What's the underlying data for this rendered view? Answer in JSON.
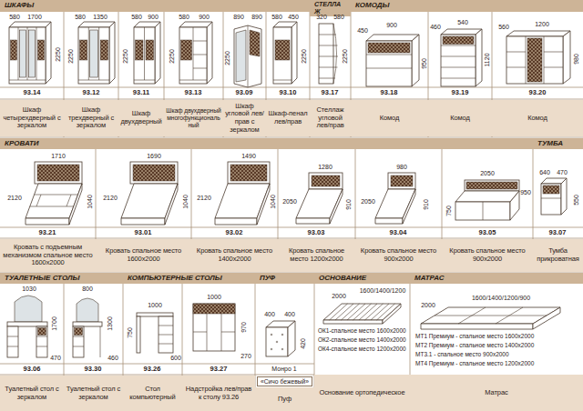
{
  "diagram": {
    "nodes": [
      {
        "text": [
          "ШКАФЫ"
        ]
      },
      {
        "text": [
          "СТЕЛЛАЖ"
        ]
      },
      {
        "text": [
          "КОМОДЫ"
        ]
      },
      {
        "text": [
          "Шкаф четырехдверный с зеркалом"
        ]
      },
      {
        "text": [
          "Шкаф трехдверный с зеркалом"
        ]
      },
      {
        "text": [
          "Шкаф двухдверный"
        ]
      },
      {
        "text": [
          "Шкаф двухдверный многофункциональный"
        ]
      },
      {
        "text": [
          "Шкаф угловой лев/прав с зеркалом"
        ]
      },
      {
        "text": [
          "Шкаф-пенал лев/прав"
        ]
      },
      {
        "text": [
          "Стеллаж угловой лев/прав"
        ]
      },
      {
        "text": [
          "Комод"
        ]
      },
      {
        "text": [
          "Комод"
        ]
      },
      {
        "text": [
          "Комод"
        ]
      },
      {
        "text": [
          "КРОВАТИ"
        ]
      },
      {
        "text": [
          "ТУМБА"
        ]
      },
      {
        "text": [
          "Кровать с подъемным механизмом спальное место 1600х2000"
        ]
      },
      {
        "text": [
          "Кровать спальное место 1600х2000"
        ]
      },
      {
        "text": [
          "Кровать спальное место 1400х2000"
        ]
      },
      {
        "text": [
          "Кровать спальное место 1200х2000"
        ]
      },
      {
        "text": [
          "Кровать спальное место 900х2000"
        ]
      },
      {
        "text": [
          "Кровать спальное место 900х2000"
        ]
      },
      {
        "text": [
          "Тумба прикроватная"
        ]
      },
      {
        "text": [
          "ТУАЛЕТНЫЕ СТОЛЫ"
        ]
      },
      {
        "text": [
          "КОМПЬЮТЕРНЫЕ СТОЛЫ"
        ]
      },
      {
        "text": [
          "ПУФ"
        ]
      },
      {
        "text": [
          "ОСНОВАНИЕ"
        ]
      },
      {
        "text": [
          "МАТРАС"
        ]
      },
      {
        "text": [
          "Туалетный стол с зеркалом"
        ]
      },
      {
        "text": [
          "Туалетный стол с зеркалом"
        ]
      },
      {
        "text": [
          "Стол компьютерный"
        ]
      },
      {
        "text": [
          "Надстройка лев/прав к столу 93.26"
        ]
      },
      {
        "text": [
          "«Сичо бежевый»"
        ]
      },
      {
        "text": [
          "Пуф"
        ]
      },
      {
        "text": [
          "Основание ортопедическое"
        ]
      },
      {
        "text": [
          "Матрас"
        ]
      }
    ],
    "labels": [
      "580",
      "1700",
      "2250",
      "93.14",
      "580",
      "1350",
      "2250",
      "93.12",
      "580",
      "900",
      "2250",
      "93.11",
      "580",
      "900",
      "2250",
      "93.13",
      "890",
      "890",
      "2250",
      "93.09",
      "580",
      "450",
      "2250",
      "93.10",
      "320",
      "580",
      "2250",
      "93.17",
      "450",
      "900",
      "950",
      "93.18",
      "460",
      "540",
      "1120",
      "93.19",
      "560",
      "1200",
      "980",
      "93.20",
      "1710",
      "2120",
      "1040",
      "93.21",
      "1690",
      "2120",
      "1040",
      "93.01",
      "1490",
      "2120",
      "1040",
      "93.02",
      "1280",
      "2050",
      "910",
      "93.03",
      "980",
      "2050",
      "910",
      "93.04",
      "2050",
      "950",
      "750",
      "93.05",
      "640",
      "470",
      "550",
      "93.07",
      "1030",
      "1700",
      "470",
      "93.06",
      "800",
      "1300",
      "460",
      "93.30",
      "1000",
      "750",
      "600",
      "93.26",
      "1000",
      "970",
      "270",
      "93.27",
      "400",
      "400",
      "420",
      "Монро 1",
      "2000",
      "1600/1400/1200",
      "ОК1-спальное место 1600х2000",
      "ОК2-спальное место 1400х2000",
      "ОК4-спальное место 1200х2000",
      "2000",
      "1600/1400/1200/900",
      "МТ1 Премиум - спальное место 1600х2000",
      "МТ2 Премиум - спальное место 1400х2000",
      "МТ3.1 - спальное место 900х2000",
      "МТ4 Премиум - спальное место 1200х2000"
    ]
  }
}
